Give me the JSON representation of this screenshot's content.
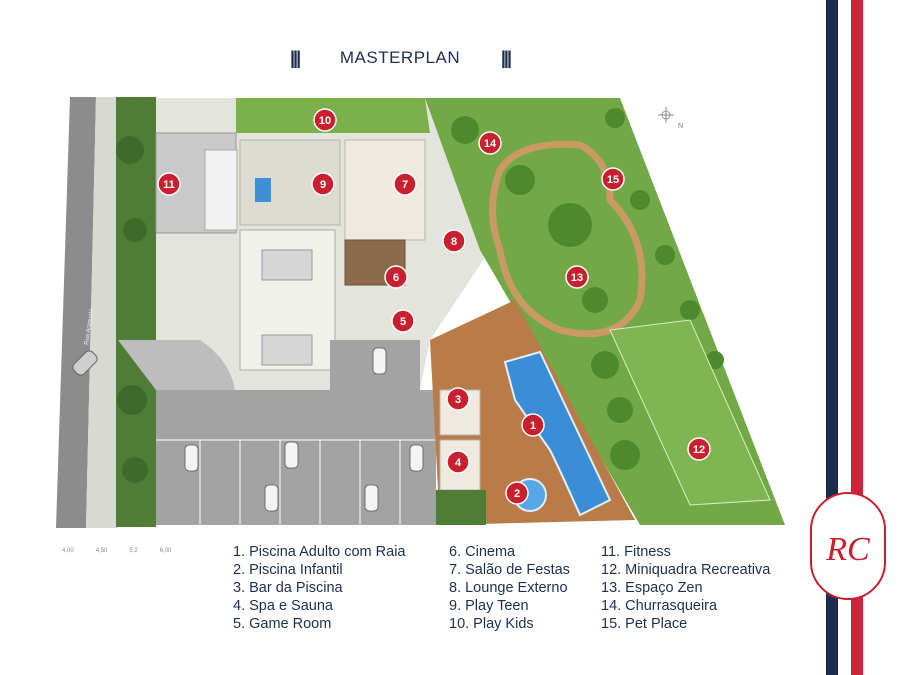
{
  "header": {
    "mark_left": "|||",
    "title": "MASTERPLAN",
    "mark_right": "|||"
  },
  "map": {
    "street_label": "Rua Araguaia",
    "compass_label": "N",
    "scale_labels": [
      "4,00",
      "4,50",
      "5,2",
      "6,00"
    ],
    "markers": [
      "1",
      "2",
      "3",
      "4",
      "5",
      "6",
      "7",
      "8",
      "9",
      "10",
      "11",
      "12",
      "13",
      "14",
      "15"
    ],
    "colors": {
      "marker": "#c8202f",
      "lawn": "#6ba83e",
      "pool": "#3d8fd6",
      "deck": "#b77a4a",
      "paving": "#e6e6e0",
      "parking": "#9c9c9c"
    }
  },
  "legend": {
    "col1": [
      "1. Piscina Adulto com Raia",
      "2. Piscina Infantil",
      "3. Bar da Piscina",
      "4. Spa e Sauna",
      "5. Game Room"
    ],
    "col2": [
      "6. Cinema",
      "7. Salão de Festas",
      "8. Lounge Externo",
      "9. Play Teen",
      "10. Play Kids"
    ],
    "col3": [
      "11. Fitness",
      "12. Miniquadra Recreativa",
      "13. Espaço Zen",
      "14. Churrasqueira",
      "15. Pet Place"
    ]
  },
  "brand": {
    "monogram": "RC",
    "stripe_colors": [
      "#1d2b4f",
      "#d0223a"
    ]
  }
}
